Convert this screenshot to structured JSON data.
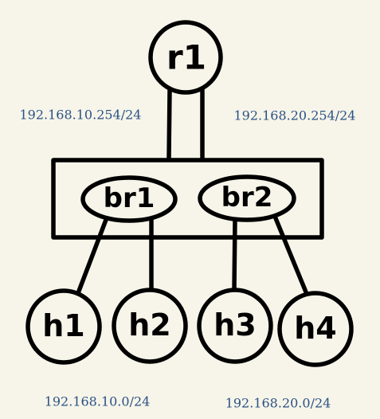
{
  "nodes": {
    "router": "r1",
    "bridge_1": "br1",
    "bridge_2": "br2",
    "host_1": "h1",
    "host_2": "h2",
    "host_3": "h3",
    "host_4": "h4"
  },
  "addresses": {
    "router_net_1": "192.168.10.254/24",
    "router_net_2": "192.168.20.254/24",
    "subnet_1": "192.168.10.0/24",
    "subnet_2": "192.168.20.0/24"
  },
  "colors": {
    "background": "#f7f5e9",
    "line": "#000000",
    "address_text": "#2a5185"
  }
}
